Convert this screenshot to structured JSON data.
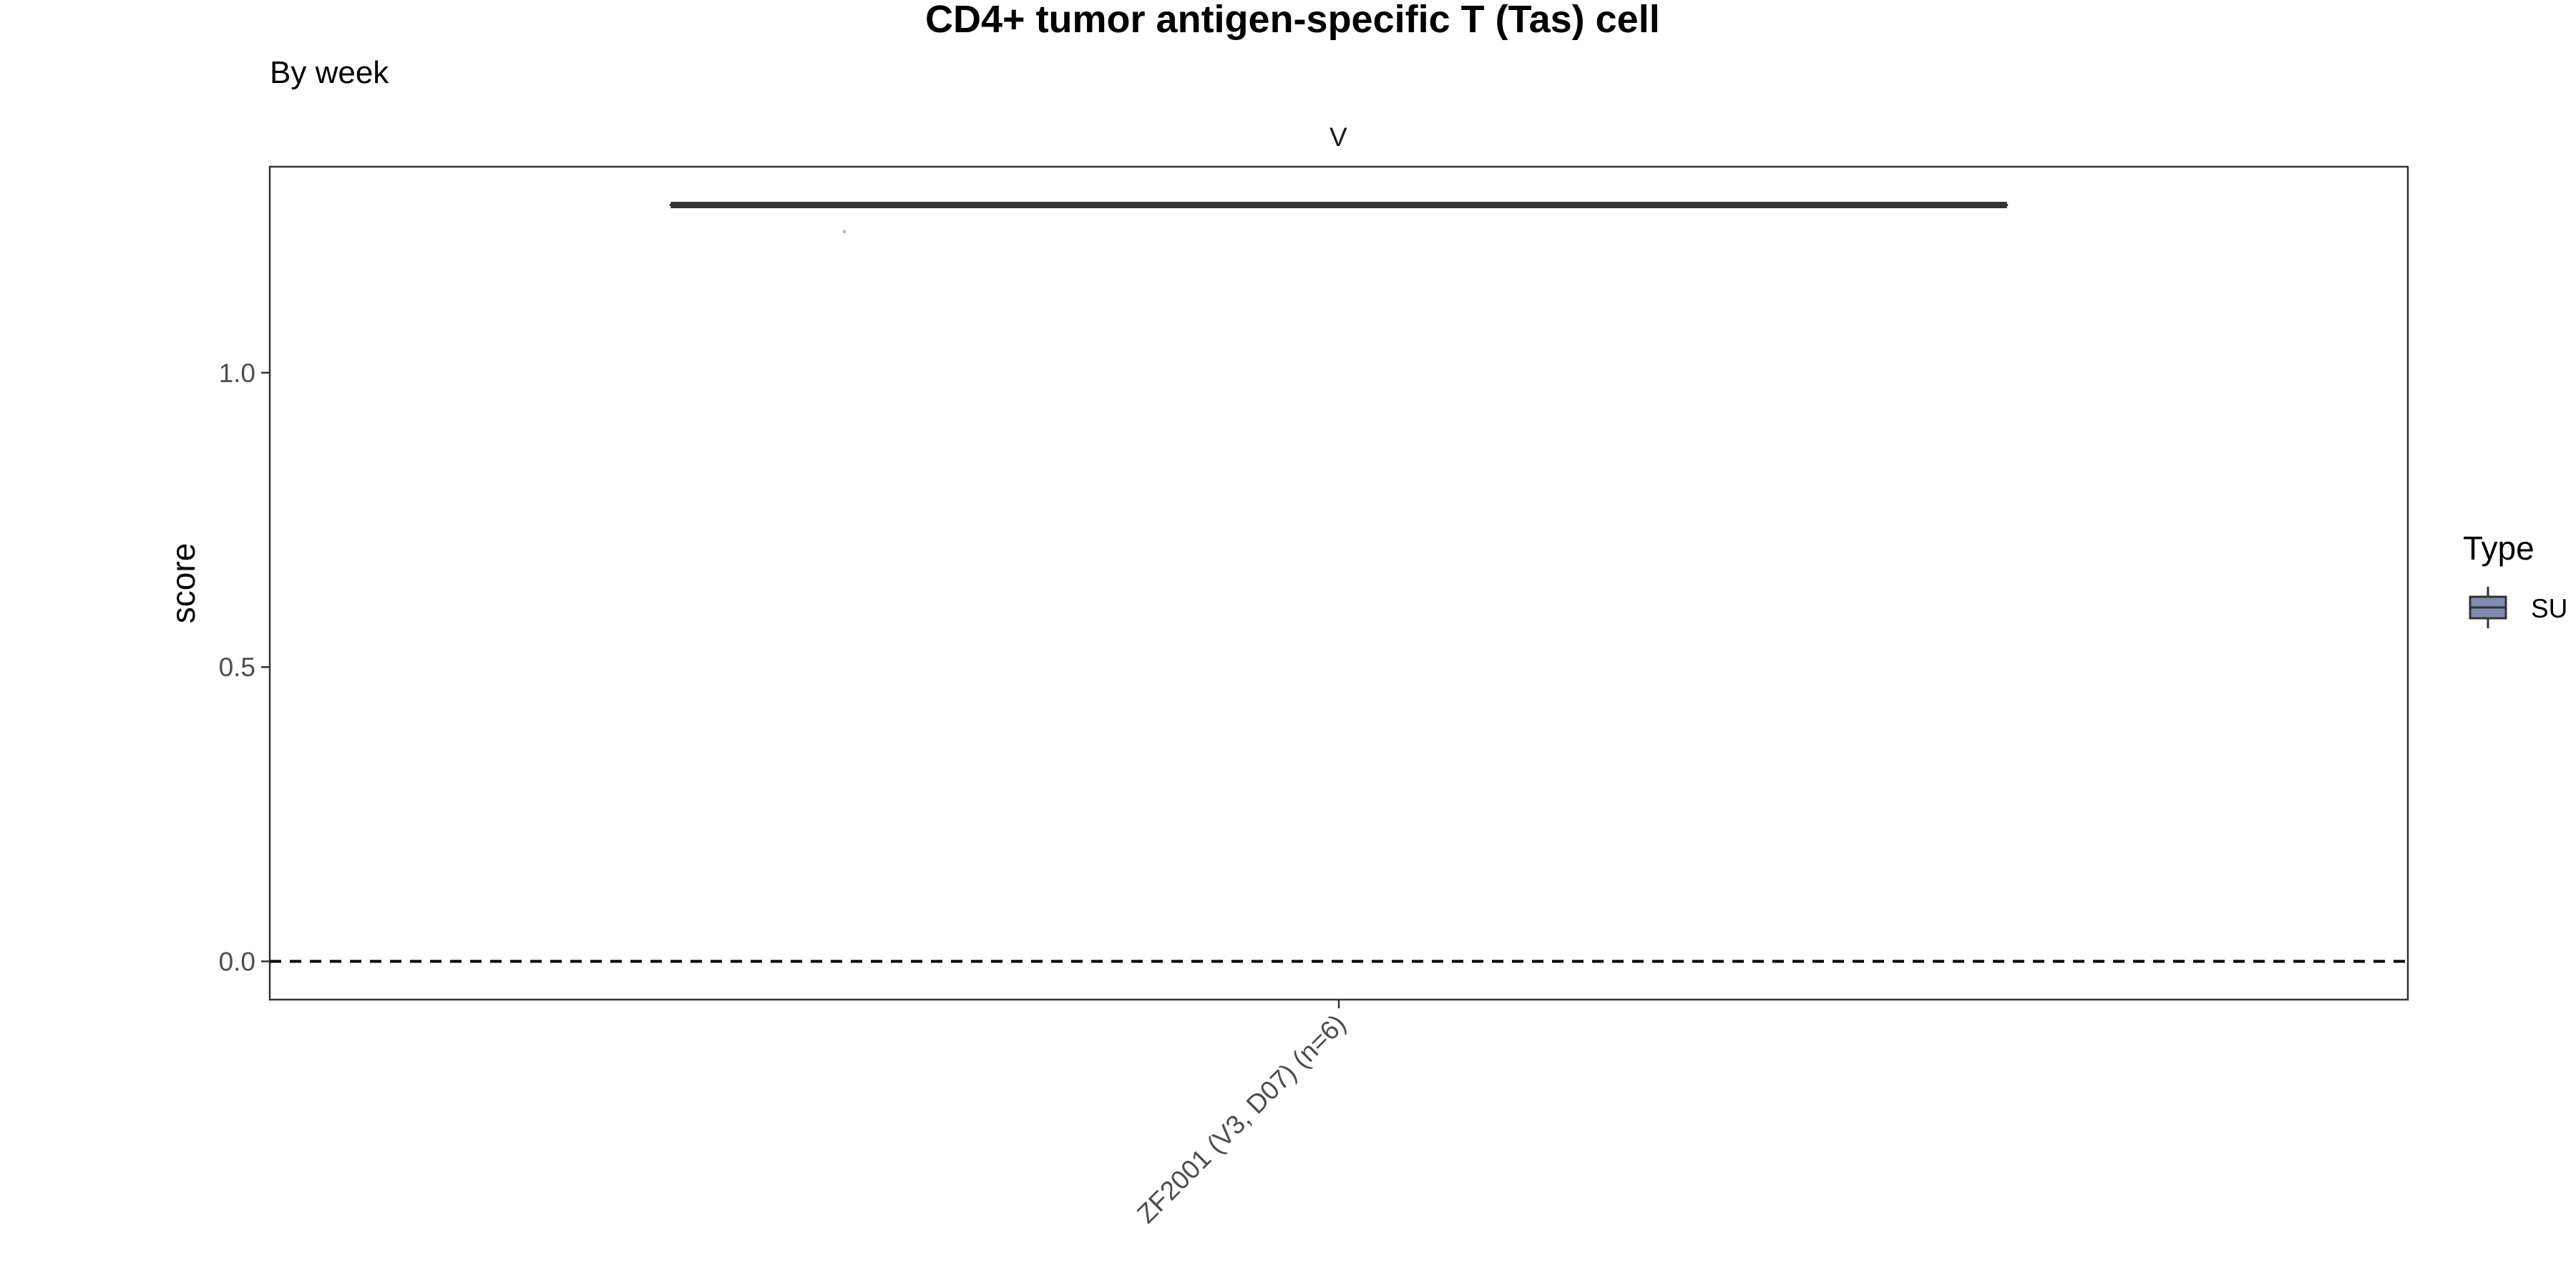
{
  "chart_data": {
    "type": "box",
    "title": "CD4+ tumor antigen-specific T (Tas) cell",
    "subtitle": "By week",
    "facet_label": "V",
    "xlabel": "",
    "ylabel": "score",
    "ylim": [
      -0.065,
      1.35
    ],
    "y_ticks": [
      0.0,
      0.5,
      1.0
    ],
    "y_tick_labels": [
      "0.0",
      "0.5",
      "1.0"
    ],
    "categories": [
      "ZF2001 (V3, D07) (n=6)"
    ],
    "grid": false,
    "reference_line": {
      "y": 0,
      "style": "dashed"
    },
    "legend": {
      "title": "Type",
      "position": "right",
      "entries": [
        {
          "label": "SU",
          "color": "#7f8bb0"
        }
      ]
    },
    "series": [
      {
        "type_label": "SU",
        "boxes": [
          {
            "category": "ZF2001 (V3, D07) (n=6)",
            "min": 1.285,
            "q1": 1.285,
            "median": 1.285,
            "q3": 1.285,
            "max": 1.285
          }
        ],
        "jitter_points": [
          {
            "category": "ZF2001 (V3, D07) (n=6)",
            "y": 1.24
          }
        ]
      }
    ],
    "colors": {
      "box_fill": "#7f8bb0",
      "box_line": "#333333",
      "panel_border": "#333333",
      "point": "#bbbbbb"
    }
  }
}
